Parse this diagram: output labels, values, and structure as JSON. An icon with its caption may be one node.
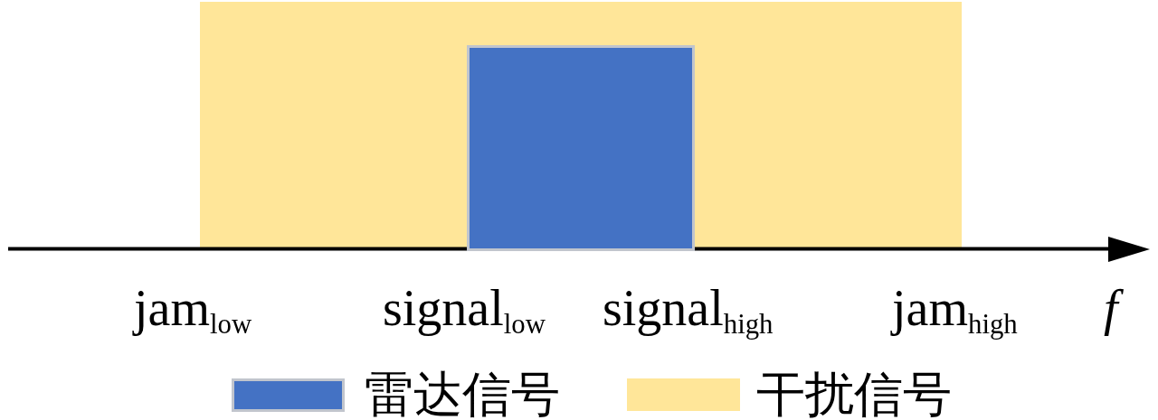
{
  "diagram": {
    "labels": [
      "jam$_{low}$",
      "signal$_{low}$",
      "signal$_{high}$",
      "jam$_{high}$",
      "f"
    ],
    "legend": [
      {
        "text": "雷达信号",
        "color": "#4472c4"
      },
      {
        "text": "干扰信号",
        "color": "#ffe699"
      }
    ]
  }
}
